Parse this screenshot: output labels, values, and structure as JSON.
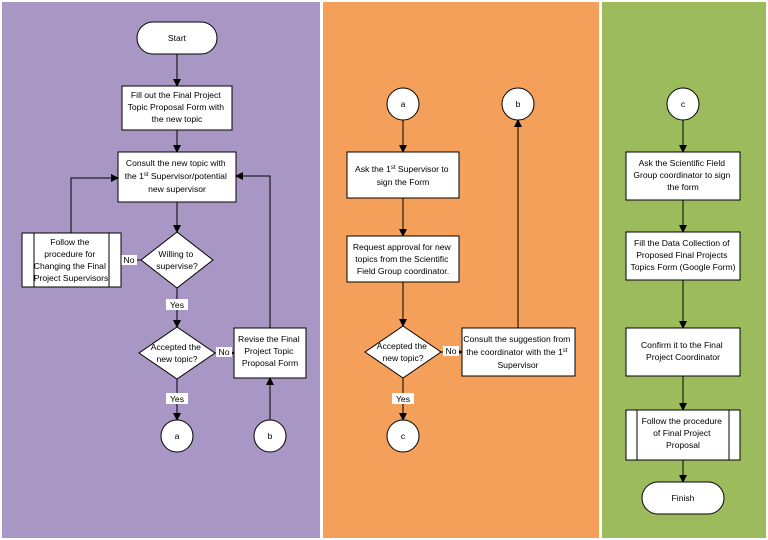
{
  "nodes": {
    "start": "Start",
    "fill_form": [
      "Fill out the Final Project",
      "Topic Proposal Form with",
      "the new topic"
    ],
    "consult": {
      "l1": "Consult the new topic with",
      "l2_pre": "the 1",
      "l2_sup": "st",
      "l2_post": " Supervisor/potential",
      "l3": "new supervisor"
    },
    "willing": [
      "Willing to",
      "supervise?"
    ],
    "follow_change": [
      "Follow the",
      "procedure for",
      "Changing the Final",
      "Project Supervisors"
    ],
    "accepted1": [
      "Accepted the",
      "new topic?"
    ],
    "revise": [
      "Revise the Final",
      "Project Topic",
      "Proposal Form"
    ],
    "conn_a": "a",
    "conn_b": "b",
    "conn_c": "c",
    "ask_supervisor": {
      "l1_pre": "Ask the 1",
      "l1_sup": "st",
      "l1_post": " Supervisor to",
      "l2": "sign the Form"
    },
    "request_approval": [
      "Request approval for new",
      "topics from the Scientific",
      "Field Group coordinator."
    ],
    "accepted2": [
      "Accepted the",
      "new topic?"
    ],
    "consult_suggestion": {
      "l1": "Consult the suggestion from",
      "l2_pre": "the coordinator  with the 1",
      "l2_sup": "st",
      "l3": "Supervisor"
    },
    "ask_coordinator": [
      "Ask the Scientific Field",
      "Group coordinator to sign",
      "the form"
    ],
    "fill_data": [
      "Fill the Data Collection of",
      "Proposed Final Projects",
      "Topics Form (Google Form)"
    ],
    "confirm": [
      "Confirm it to the Final",
      "Project Coordinator"
    ],
    "follow_final": [
      "Follow the procedure",
      "of Final Project",
      "Proposal"
    ],
    "finish": "Finish"
  },
  "edge_labels": {
    "yes": "Yes",
    "no": "No"
  },
  "lanes": {
    "purple": "#A897C4",
    "orange": "#F4A05A",
    "green": "#9BBB5C"
  }
}
